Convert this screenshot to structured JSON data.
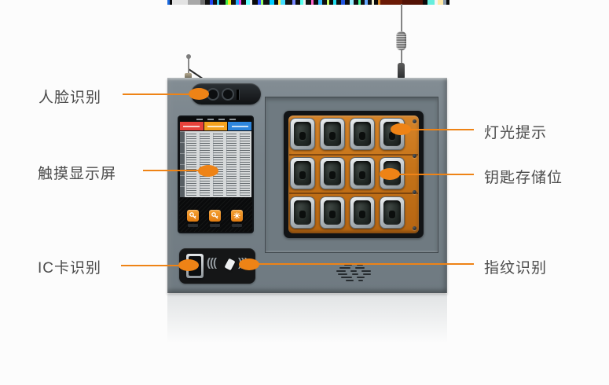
{
  "accent_color": "#ee8316",
  "label_color": "#4b4b4b",
  "callouts": {
    "face": {
      "label": "人脸识别"
    },
    "touch_screen": {
      "label": "触摸显示屏"
    },
    "ic_card": {
      "label": "IC卡识别"
    },
    "light": {
      "label": "灯光提示"
    },
    "key_slot": {
      "label": "钥匙存储位"
    },
    "fingerprint": {
      "label": "指纹识别"
    }
  },
  "device": {
    "screen": {
      "header_colors": [
        "#e8423b",
        "#f5a21d",
        "#2e86dd"
      ],
      "button_icons": [
        "key-icon",
        "key-icon",
        "gear-icon"
      ]
    },
    "key_cabinet": {
      "rows": 3,
      "cols": 4
    },
    "reader": {
      "waves_left": "(((",
      "waves_right": ")))"
    }
  },
  "glitch_strip": {
    "segments": [
      {
        "c": "#1b6ae0",
        "w": 3
      },
      {
        "c": "#0a0a0a",
        "w": 3
      },
      {
        "c": "#e3e3e3",
        "w": 20
      },
      {
        "c": "#a8a8a8",
        "w": 16
      },
      {
        "c": "#707070",
        "w": 6
      },
      {
        "c": "#101010",
        "w": 6
      },
      {
        "c": "#2244ee",
        "w": 4
      },
      {
        "c": "#101010",
        "w": 5
      },
      {
        "c": "#33ccee",
        "w": 3
      },
      {
        "c": "#0a0a0a",
        "w": 8
      },
      {
        "c": "#44ee44",
        "w": 3
      },
      {
        "c": "#eeee22",
        "w": 4
      },
      {
        "c": "#101010",
        "w": 6
      },
      {
        "c": "#22aaff",
        "w": 4
      },
      {
        "c": "#ee44ee",
        "w": 3
      },
      {
        "c": "#0a0a0a",
        "w": 6
      },
      {
        "c": "#66ffff",
        "w": 5
      },
      {
        "c": "#f0f0f0",
        "w": 3
      },
      {
        "c": "#0a0a0a",
        "w": 7
      },
      {
        "c": "#3355ff",
        "w": 4
      },
      {
        "c": "#99ff66",
        "w": 3
      },
      {
        "c": "#101010",
        "w": 8
      },
      {
        "c": "#00ccff",
        "w": 6
      },
      {
        "c": "#0a0a0a",
        "w": 5
      },
      {
        "c": "#ffee55",
        "w": 3
      },
      {
        "c": "#44ddff",
        "w": 6
      },
      {
        "c": "#101010",
        "w": 9
      },
      {
        "c": "#7788ff",
        "w": 4
      },
      {
        "c": "#0a0a0a",
        "w": 6
      },
      {
        "c": "#55ffee",
        "w": 4
      },
      {
        "c": "#eeeeee",
        "w": 3
      },
      {
        "c": "#101010",
        "w": 7
      },
      {
        "c": "#ff66cc",
        "w": 3
      },
      {
        "c": "#0a0a0a",
        "w": 6
      },
      {
        "c": "#33bbff",
        "w": 5
      },
      {
        "c": "#101010",
        "w": 6
      },
      {
        "c": "#ccff66",
        "w": 3
      },
      {
        "c": "#0a0a0a",
        "w": 5
      },
      {
        "c": "#22ddee",
        "w": 4
      },
      {
        "c": "#101010",
        "w": 6
      },
      {
        "c": "#2255dd",
        "w": 5
      },
      {
        "c": "#0a0a0a",
        "w": 6
      },
      {
        "c": "#99eeff",
        "w": 5
      },
      {
        "c": "#101010",
        "w": 6
      },
      {
        "c": "#44ff99",
        "w": 3
      },
      {
        "c": "#0a0a0a",
        "w": 5
      },
      {
        "c": "#66aaff",
        "w": 4
      },
      {
        "c": "#101010",
        "w": 5
      },
      {
        "c": "#eeeecc",
        "w": 3
      },
      {
        "c": "#0a0a0a",
        "w": 5
      },
      {
        "c": "#d98a2b",
        "w": 3
      },
      {
        "c": "#6b1a06",
        "w": 28
      },
      {
        "c": "#531205",
        "w": 26
      },
      {
        "c": "#0a0a0a",
        "w": 6
      },
      {
        "c": "#66eedd",
        "w": 9
      },
      {
        "c": "#f5f5f5",
        "w": 4
      },
      {
        "c": "#ffe9a8",
        "w": 7
      },
      {
        "c": "#8899aa",
        "w": 4
      },
      {
        "c": "#0a0a0a",
        "w": 4
      }
    ]
  }
}
